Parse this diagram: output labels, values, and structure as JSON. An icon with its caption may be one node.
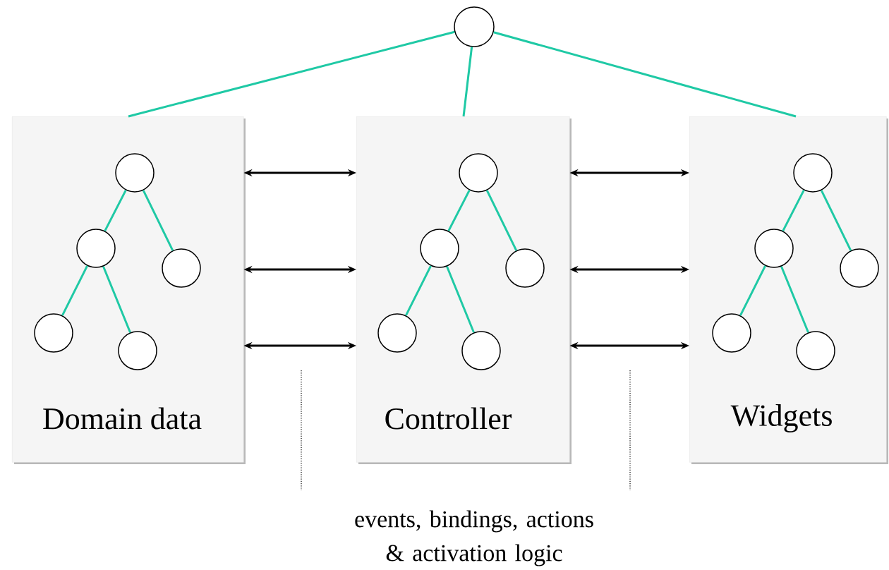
{
  "diagram": {
    "nodes": [
      {
        "text": [],
        "shape": "circle"
      },
      {
        "text": [
          "Domain data"
        ]
      },
      {
        "text": [],
        "shape": "circle",
        "in": 1
      },
      {
        "text": [],
        "shape": "circle",
        "in": 1
      },
      {
        "text": [],
        "shape": "circle",
        "in": 1
      },
      {
        "text": [],
        "shape": "circle",
        "in": 1
      },
      {
        "text": [],
        "shape": "circle",
        "in": 1
      },
      {
        "text": [
          "Controller"
        ]
      },
      {
        "text": [],
        "shape": "circle",
        "in": 7
      },
      {
        "text": [],
        "shape": "circle",
        "in": 7
      },
      {
        "text": [],
        "shape": "circle",
        "in": 7
      },
      {
        "text": [],
        "shape": "circle",
        "in": 7
      },
      {
        "text": [],
        "shape": "circle",
        "in": 7
      },
      {
        "text": [
          "Widgets"
        ]
      },
      {
        "text": [],
        "shape": "circle",
        "in": 13
      },
      {
        "text": [],
        "shape": "circle",
        "in": 13
      },
      {
        "text": [],
        "shape": "circle",
        "in": 13
      },
      {
        "text": [],
        "shape": "circle",
        "in": 13
      },
      {
        "text": [],
        "shape": "circle",
        "in": 13
      }
    ],
    "edges": [
      {
        "from": 0,
        "to": 1,
        "arrow": "none"
      },
      {
        "from": 0,
        "to": 7,
        "arrow": "none"
      },
      {
        "from": 0,
        "to": 13,
        "arrow": "none"
      },
      {
        "from": 2,
        "to": 3,
        "arrow": "none"
      },
      {
        "from": 2,
        "to": 4,
        "arrow": "none"
      },
      {
        "from": 3,
        "to": 5,
        "arrow": "none"
      },
      {
        "from": 3,
        "to": 6,
        "arrow": "none"
      },
      {
        "from": 8,
        "to": 9,
        "arrow": "none"
      },
      {
        "from": 8,
        "to": 10,
        "arrow": "none"
      },
      {
        "from": 9,
        "to": 11,
        "arrow": "none"
      },
      {
        "from": 9,
        "to": 12,
        "arrow": "none"
      },
      {
        "from": 14,
        "to": 15,
        "arrow": "none"
      },
      {
        "from": 14,
        "to": 16,
        "arrow": "none"
      },
      {
        "from": 15,
        "to": 17,
        "arrow": "none"
      },
      {
        "from": 15,
        "to": 18,
        "arrow": "none"
      },
      {
        "from": 1,
        "to": 7,
        "arrow": "both",
        "color": "#000000"
      },
      {
        "from": 1,
        "to": 7,
        "arrow": "both",
        "color": "#000000"
      },
      {
        "from": 1,
        "to": 7,
        "arrow": "both",
        "color": "#000000"
      },
      {
        "from": 7,
        "to": 13,
        "arrow": "both",
        "color": "#000000"
      },
      {
        "from": 7,
        "to": 13,
        "arrow": "both",
        "color": "#000000"
      },
      {
        "from": 7,
        "to": 13,
        "arrow": "both",
        "color": "#000000"
      }
    ],
    "labels": [
      "events, bindings, actions & activation logic"
    ]
  }
}
